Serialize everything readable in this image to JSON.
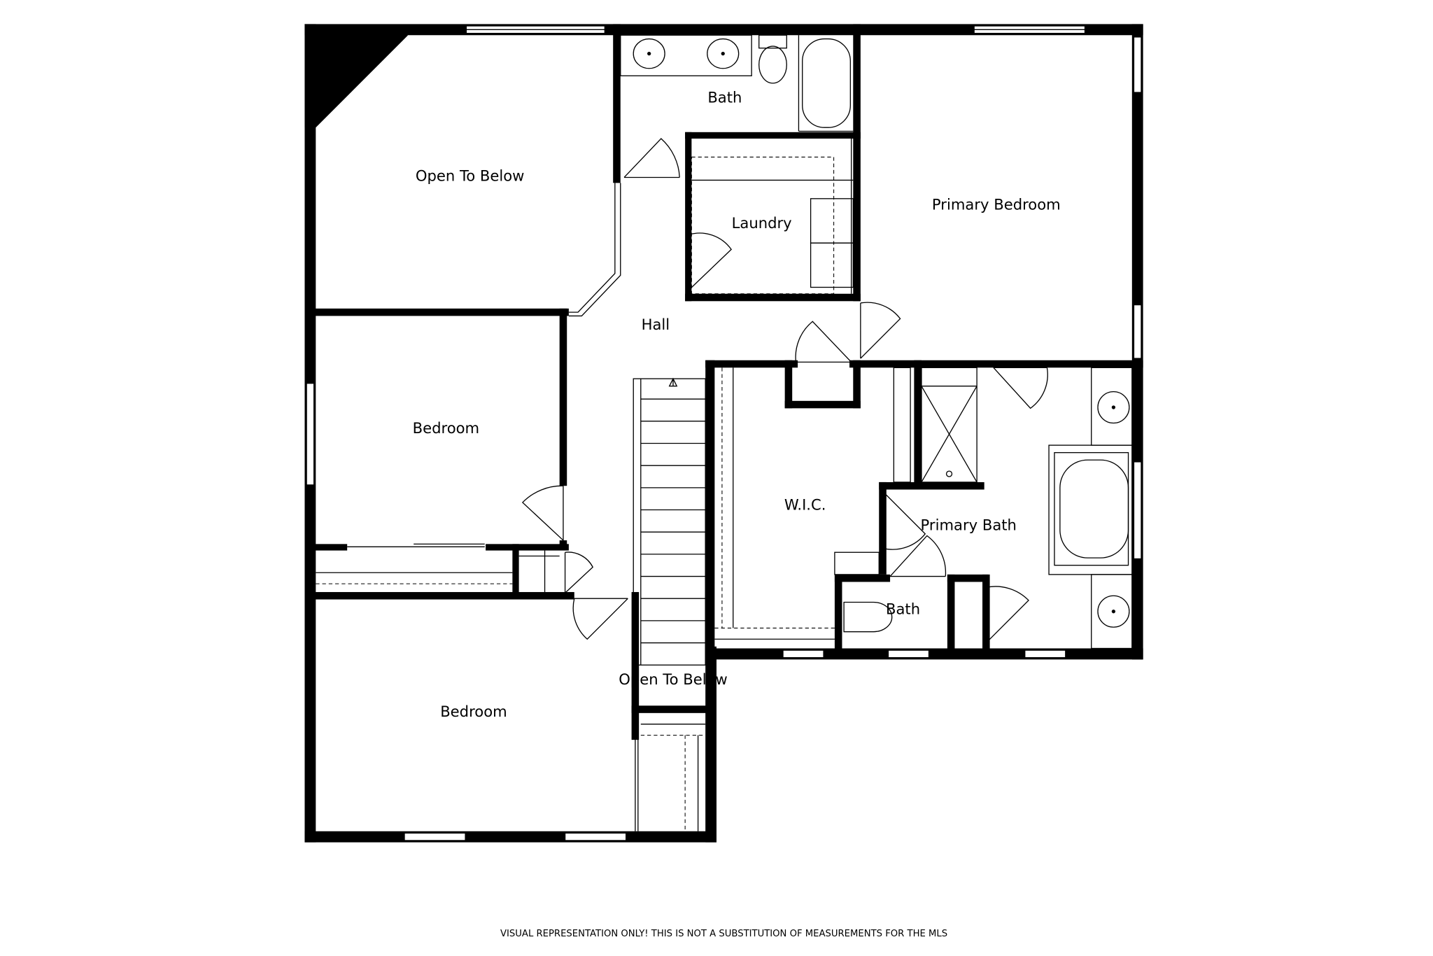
{
  "rooms": {
    "open_to_below_1": "Open To Below",
    "bath_1": "Bath",
    "laundry": "Laundry",
    "primary_bedroom": "Primary Bedroom",
    "hall": "Hall",
    "bedroom_1": "Bedroom",
    "wic": "W.I.C.",
    "primary_bath": "Primary Bath",
    "bath_2": "Bath",
    "open_to_below_2": "Open To Below",
    "bedroom_2": "Bedroom"
  },
  "disclaimer": "VISUAL REPRESENTATION ONLY! THIS IS NOT A SUBSTITUTION OF MEASUREMENTS FOR THE MLS"
}
